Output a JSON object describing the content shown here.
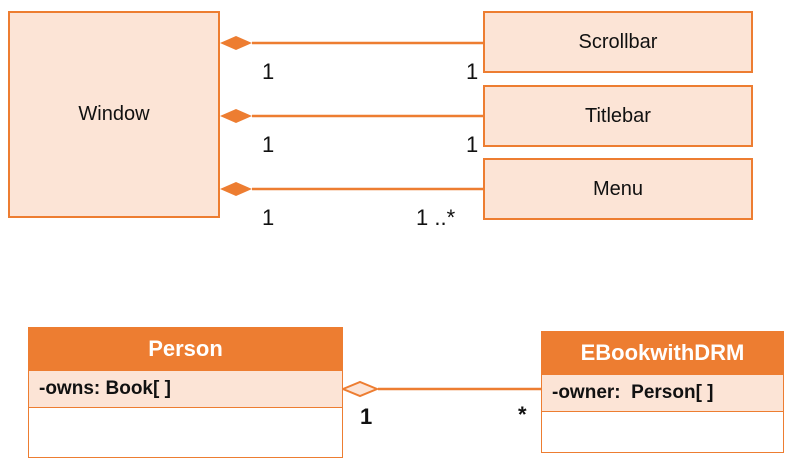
{
  "colors": {
    "accent": "#ed7d31",
    "fill": "#fce4d6",
    "text": "#111111"
  },
  "top_diagram": {
    "whole": {
      "label": "Window"
    },
    "parts": [
      {
        "label": "Scrollbar",
        "whole_multiplicity": "1",
        "part_multiplicity": "1"
      },
      {
        "label": "Titlebar",
        "whole_multiplicity": "1",
        "part_multiplicity": "1"
      },
      {
        "label": "Menu",
        "whole_multiplicity": "1",
        "part_multiplicity": "1 ..*"
      }
    ]
  },
  "bottom_diagram": {
    "classes": [
      {
        "name": "Person",
        "attribute": "-owns: Book[ ]"
      },
      {
        "name": "EBookwithDRM",
        "attribute": "-owner:  Person[ ]"
      }
    ],
    "association": {
      "person_multiplicity": "1",
      "ebook_multiplicity": "*"
    }
  }
}
